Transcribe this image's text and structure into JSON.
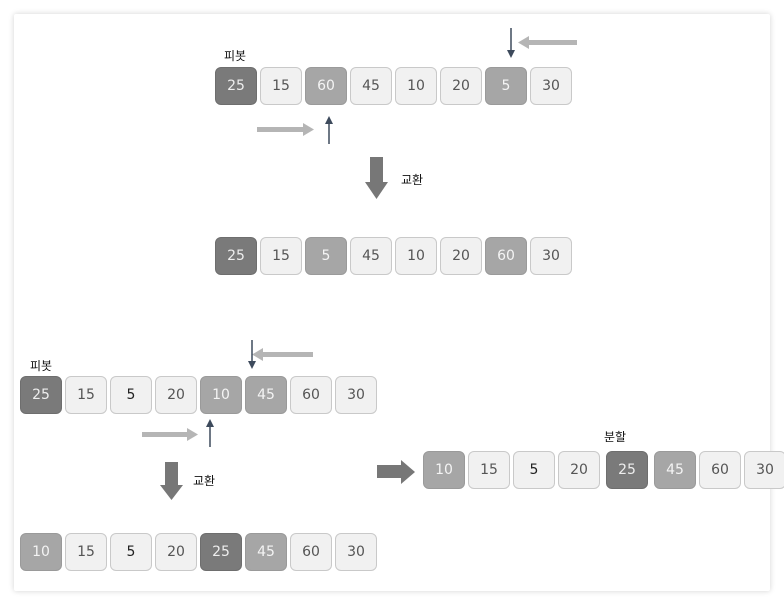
{
  "labels": {
    "pivot": "피봇",
    "swap": "교환",
    "partition": "분할"
  },
  "colors": {
    "dark": "#7a7a7a",
    "mid": "#a6a6a6",
    "light": "#f1f1f1"
  },
  "rows": [
    {
      "cells": [
        {
          "v": "25",
          "s": "dark"
        },
        {
          "v": "15",
          "s": "light"
        },
        {
          "v": "60",
          "s": "mid"
        },
        {
          "v": "45",
          "s": "light"
        },
        {
          "v": "10",
          "s": "light"
        },
        {
          "v": "20",
          "s": "light"
        },
        {
          "v": "5",
          "s": "mid"
        },
        {
          "v": "30",
          "s": "light"
        }
      ]
    },
    {
      "cells": [
        {
          "v": "25",
          "s": "dark"
        },
        {
          "v": "15",
          "s": "light"
        },
        {
          "v": "5",
          "s": "mid"
        },
        {
          "v": "45",
          "s": "light"
        },
        {
          "v": "10",
          "s": "light"
        },
        {
          "v": "20",
          "s": "light"
        },
        {
          "v": "60",
          "s": "mid"
        },
        {
          "v": "30",
          "s": "light"
        }
      ]
    },
    {
      "cells": [
        {
          "v": "25",
          "s": "dark"
        },
        {
          "v": "15",
          "s": "light"
        },
        {
          "v": "5",
          "s": "bold"
        },
        {
          "v": "20",
          "s": "light"
        },
        {
          "v": "10",
          "s": "mid"
        },
        {
          "v": "45",
          "s": "mid"
        },
        {
          "v": "60",
          "s": "light"
        },
        {
          "v": "30",
          "s": "light"
        }
      ]
    },
    {
      "cells": [
        {
          "v": "10",
          "s": "mid"
        },
        {
          "v": "15",
          "s": "light"
        },
        {
          "v": "5",
          "s": "bold"
        },
        {
          "v": "20",
          "s": "light"
        },
        {
          "v": "25",
          "s": "dark"
        },
        {
          "v": "45",
          "s": "mid"
        },
        {
          "v": "60",
          "s": "light"
        },
        {
          "v": "30",
          "s": "light"
        }
      ]
    },
    {
      "cells": [
        {
          "v": "10",
          "s": "mid"
        },
        {
          "v": "15",
          "s": "light"
        },
        {
          "v": "5",
          "s": "bold"
        },
        {
          "v": "20",
          "s": "light"
        },
        {
          "v": "25",
          "s": "dark"
        },
        {
          "v": "45",
          "s": "mid"
        },
        {
          "v": "60",
          "s": "light"
        },
        {
          "v": "30",
          "s": "light"
        }
      ]
    }
  ]
}
